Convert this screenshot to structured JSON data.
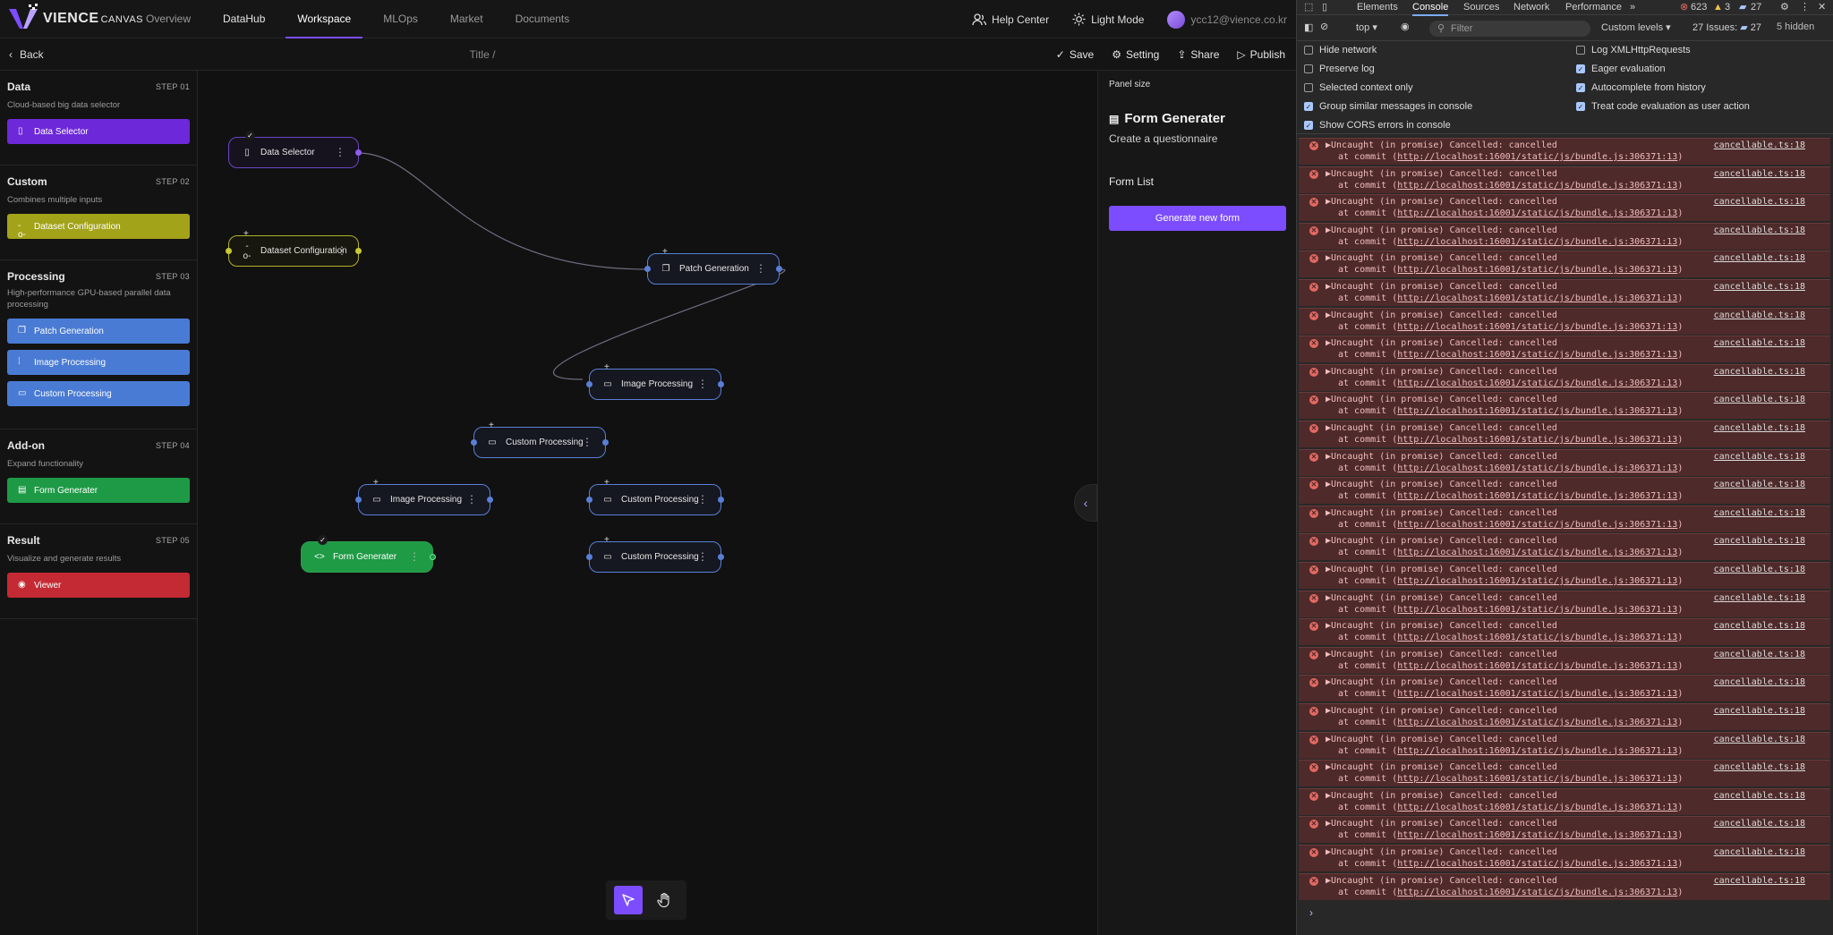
{
  "app": {
    "logo": {
      "brand": "VIENCE",
      "product": "CANVAS"
    },
    "nav": [
      {
        "label": "Overview",
        "active": false
      },
      {
        "label": "DataHub",
        "active": false
      },
      {
        "label": "Workspace",
        "active": true
      },
      {
        "label": "MLOps",
        "active": false
      },
      {
        "label": "Market",
        "active": false
      },
      {
        "label": "Documents",
        "active": false
      }
    ],
    "help_center": "Help Center",
    "light_mode": "Light Mode",
    "user_email": "ycc12@vience.co.kr"
  },
  "subbar": {
    "back": "Back",
    "title": "Title /",
    "actions": {
      "save": "Save",
      "setting": "Setting",
      "share": "Share",
      "publish": "Publish"
    }
  },
  "sidebar": [
    {
      "title": "Data",
      "step": "STEP 01",
      "desc": "Cloud-based big data selector",
      "buttons": [
        {
          "label": "Data Selector",
          "color": "#6d28d9",
          "icon": "file"
        }
      ]
    },
    {
      "title": "Custom",
      "step": "STEP 02",
      "desc": "Combines multiple inputs",
      "buttons": [
        {
          "label": "Dataset Configuration",
          "color": "#a3a31a",
          "icon": "config"
        }
      ]
    },
    {
      "title": "Processing",
      "step": "STEP 03",
      "desc": "High-performance GPU-based parallel data processing",
      "buttons": [
        {
          "label": "Patch Generation",
          "color": "#4a7bd4",
          "icon": "copy"
        },
        {
          "label": "Image Processing",
          "color": "#4a7bd4",
          "icon": "bars"
        },
        {
          "label": "Custom Processing",
          "color": "#4a7bd4",
          "icon": "window"
        }
      ]
    },
    {
      "title": "Add-on",
      "step": "STEP 04",
      "desc": "Expand functionality",
      "buttons": [
        {
          "label": "Form Generater",
          "color": "#1e9a46",
          "icon": "clipboard"
        }
      ]
    },
    {
      "title": "Result",
      "step": "STEP 05",
      "desc": "Visualize and generate results",
      "buttons": [
        {
          "label": "Viewer",
          "color": "#c42a33",
          "icon": "eye"
        }
      ]
    }
  ],
  "canvas": {
    "nodes": [
      {
        "label": "Data Selector",
        "variant": "purple",
        "icon": "file",
        "checked": true
      },
      {
        "label": "Dataset Configuration",
        "variant": "yellow",
        "icon": "config"
      },
      {
        "label": "Patch Generation",
        "variant": "blue",
        "icon": "copy"
      },
      {
        "label": "Image Processing",
        "variant": "blue",
        "icon": "window"
      },
      {
        "label": "Custom Processing",
        "variant": "blue",
        "icon": "window"
      },
      {
        "label": "Image Processing",
        "variant": "blue",
        "icon": "window"
      },
      {
        "label": "Custom Processing",
        "variant": "blue",
        "icon": "window"
      },
      {
        "label": "Form Generater",
        "variant": "green",
        "icon": "code",
        "checked": true
      },
      {
        "label": "Custom Processing",
        "variant": "blue",
        "icon": "window"
      }
    ]
  },
  "panel": {
    "size_label": "Panel size",
    "title": "Form Generater",
    "subtitle": "Create a questionnaire",
    "form_list": "Form List",
    "generate_button": "Generate new form"
  },
  "devtools": {
    "tabs": [
      "Elements",
      "Console",
      "Sources",
      "Network",
      "Performance"
    ],
    "active_tab": "Console",
    "errors": "623",
    "warnings": "3",
    "messages": "27",
    "context": "top",
    "filter_placeholder": "Filter",
    "levels": "Custom levels",
    "issues_label": "27 Issues:",
    "issues_count": "27",
    "hidden": "5 hidden",
    "options_left": [
      {
        "label": "Hide network",
        "checked": false
      },
      {
        "label": "Preserve log",
        "checked": false
      },
      {
        "label": "Selected context only",
        "checked": false
      },
      {
        "label": "Group similar messages in console",
        "checked": true
      },
      {
        "label": "Show CORS errors in console",
        "checked": true
      }
    ],
    "options_right": [
      {
        "label": "Log XMLHttpRequests",
        "checked": false
      },
      {
        "label": "Eager evaluation",
        "checked": true
      },
      {
        "label": "Autocomplete from history",
        "checked": true
      },
      {
        "label": "Treat code evaluation as user action",
        "checked": true
      }
    ],
    "log": {
      "line1": "▶Uncaught (in promise) Cancelled: cancelled",
      "line2_prefix": "at commit (",
      "link": "http://localhost:16001/static/js/bundle.js:306371:13",
      "line2_suffix": ")",
      "source": "cancellable.ts:18",
      "count": 27
    },
    "prompt": "›"
  },
  "colors": {
    "accent": "#7c4dff",
    "node_blue": "#5a7fd6",
    "error_bg": "#4e2a2a"
  }
}
